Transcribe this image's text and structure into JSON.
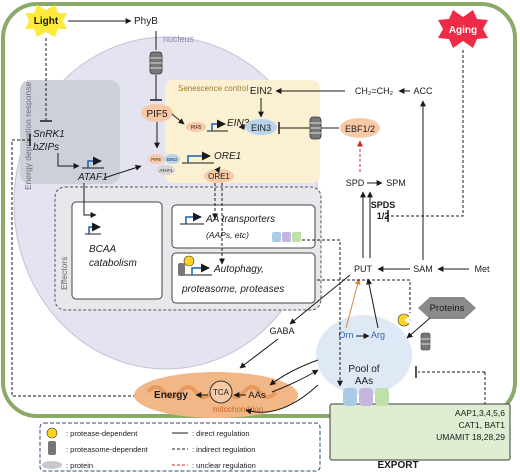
{
  "signals": {
    "light": "Light",
    "aging": "Aging",
    "phyb": "PhyB"
  },
  "nucleus": {
    "label": "nucleus"
  },
  "panels": {
    "energy": "Energy deprivation response",
    "senescence": "Senescence control",
    "effectors": "Effectors"
  },
  "genes": {
    "snrk1": "SnRK1",
    "bzips": "bZIPs",
    "ataf1": "ATAF1",
    "pif5": "PIF5",
    "ein3_gene": "EIN3",
    "ore1_gene": "ORE1",
    "ein2": "EIN2",
    "ein3": "EIN3",
    "ebf": "EBF1/2",
    "ore1": "ORE1",
    "small_pif5": "PIF5",
    "small_ein3": "EIN3",
    "small_ataf1": "ATAF1",
    "small_pif5b": "PIF5"
  },
  "effectors": {
    "bcaa_line1": "BCAA",
    "bcaa_line2": "catabolism",
    "aa_transport_line1": "AA transporters",
    "aa_transport_line2": "(AAPs, etc)",
    "autophagy_line1": "Autophagy,",
    "autophagy_line2": "proteasome, proteases"
  },
  "metabolites": {
    "ethylene": "CH₂=CH₂",
    "acc": "ACC",
    "spd": "SPD",
    "spm": "SPM",
    "spds_line1": "SPDS",
    "spds_line2": "1/2",
    "put": "PUT",
    "sam": "SAM",
    "met": "Met",
    "gaba": "GABA",
    "orn": "Orn",
    "arg": "Arg",
    "proteins": "Proteins",
    "pool_line1": "Pool of",
    "pool_line2": "AAs",
    "energy": "Energy",
    "tca": "TCA",
    "aas": "AAs",
    "mitochondrion": "mitochondrion"
  },
  "export": {
    "line1": "AAP1,3,4,5,6",
    "line2": "CAT1, BAT1",
    "line3": "UMAMIT 18,28,29",
    "label": "EXPORT"
  },
  "legend": {
    "protease": ": protease-dependent",
    "proteasome": ": proteasome-dependent",
    "protein": ": protein",
    "direct": ": direct regulation",
    "indirect": ": indirect regulation",
    "unclear": ": unclear regulation"
  },
  "colors": {
    "cell_border": "#8aaa6a",
    "nucleus_fill": "#e4e3f0",
    "senescence_fill": "#fbf1d2",
    "energy_fill": "#cdd0d8",
    "pif5_fill": "#f7c9a6",
    "ein_fill": "#b9d3ea",
    "light_star": "#ffe93c",
    "aging_star": "#ee2b47",
    "mito_fill": "#f2b787",
    "pool_fill": "#dfe9f6",
    "export_fill": "#dfeed3",
    "unclear_arrow": "#cc2b2b",
    "orn_arrow": "#d9863d"
  }
}
